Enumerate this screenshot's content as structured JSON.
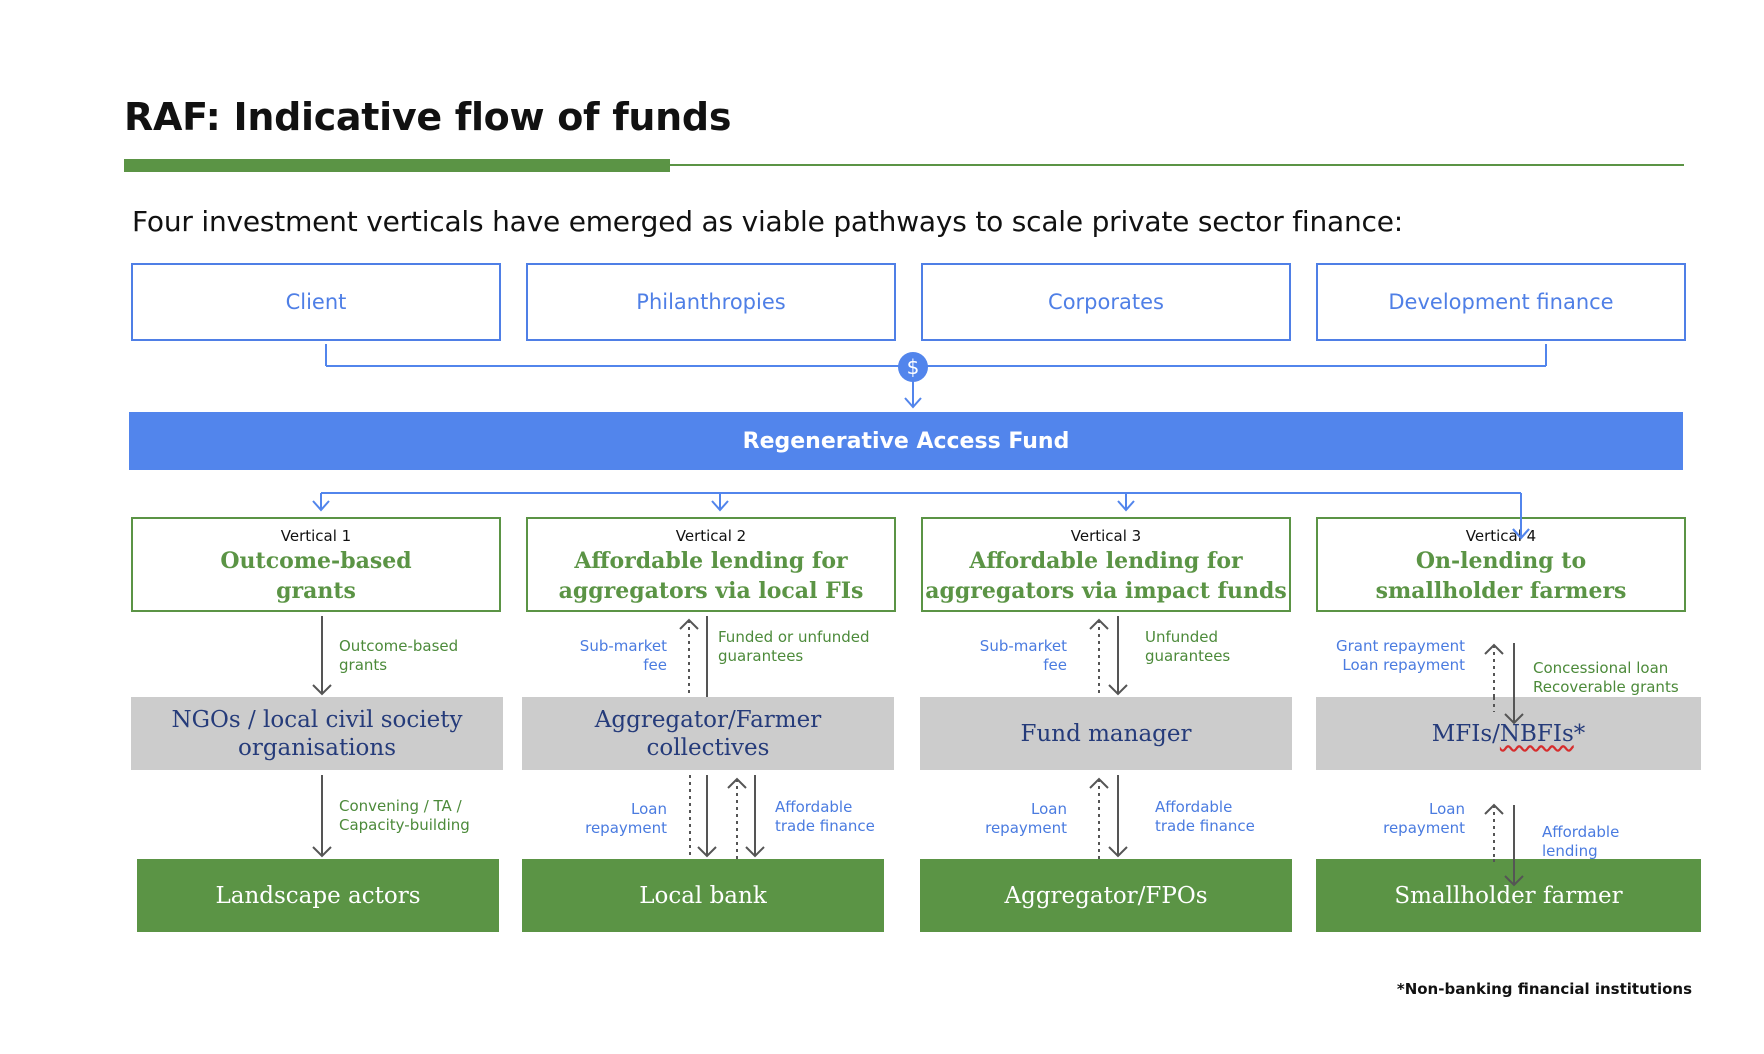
{
  "title": "RAF: Indicative flow of funds",
  "subtitle": "Four investment verticals have emerged as viable pathways to scale private sector finance:",
  "sources": [
    "Client",
    "Philanthropies",
    "Corporates",
    "Development finance"
  ],
  "dollar_symbol": "$",
  "fund": "Regenerative Access Fund",
  "verticals": [
    {
      "label": "Vertical 1",
      "title_line1": "Outcome-based",
      "title_line2": "grants"
    },
    {
      "label": "Vertical 2",
      "title_line1": "Affordable lending for",
      "title_line2": "aggregators via local FIs"
    },
    {
      "label": "Vertical 3",
      "title_line1": "Affordable lending for",
      "title_line2": "aggregators via impact funds"
    },
    {
      "label": "Vertical 4",
      "title_line1": "On-lending to",
      "title_line2": "smallholder farmers"
    }
  ],
  "intermediaries": [
    {
      "line1": "NGOs / local civil society",
      "line2": "organisations"
    },
    {
      "line1": "Aggregator/Farmer",
      "line2": "collectives"
    },
    {
      "line1": "Fund manager",
      "line2": ""
    },
    {
      "line1": "MFIs/",
      "line1_underlined": "NBFIs",
      "line1_suffix": "*"
    }
  ],
  "recipients": [
    "Landscape actors",
    "Local bank",
    "Aggregator/FPOs",
    "Smallholder farmer"
  ],
  "flows_upper": {
    "v1_down": [
      "Outcome-based",
      "grants"
    ],
    "v2_up": [
      "Sub-market",
      "fee"
    ],
    "v2_down": [
      "Funded or unfunded",
      "guarantees"
    ],
    "v3_up": [
      "Sub-market",
      "fee"
    ],
    "v3_down": [
      "Unfunded",
      "guarantees"
    ],
    "v4_up": [
      "Grant repayment",
      "Loan repayment"
    ],
    "v4_down": [
      "Concessional loan",
      "Recoverable grants"
    ]
  },
  "flows_lower": {
    "v1_down": [
      "Convening / TA /",
      "Capacity-building"
    ],
    "v2_up": [
      "Loan",
      "repayment"
    ],
    "v2_down": [
      "Affordable",
      "trade finance"
    ],
    "v3_up": [
      "Loan",
      "repayment"
    ],
    "v3_down": [
      "Affordable",
      "trade finance"
    ],
    "v4_up": [
      "Loan",
      "repayment"
    ],
    "v4_down": [
      "Affordable",
      "lending"
    ]
  },
  "footnote": "*Non-banking financial institutions",
  "colors": {
    "blue": "#5285ec",
    "blue_text": "#4f7fe6",
    "green": "#5b9445",
    "grey": "#cccccc",
    "navy_text": "#253b7a"
  }
}
